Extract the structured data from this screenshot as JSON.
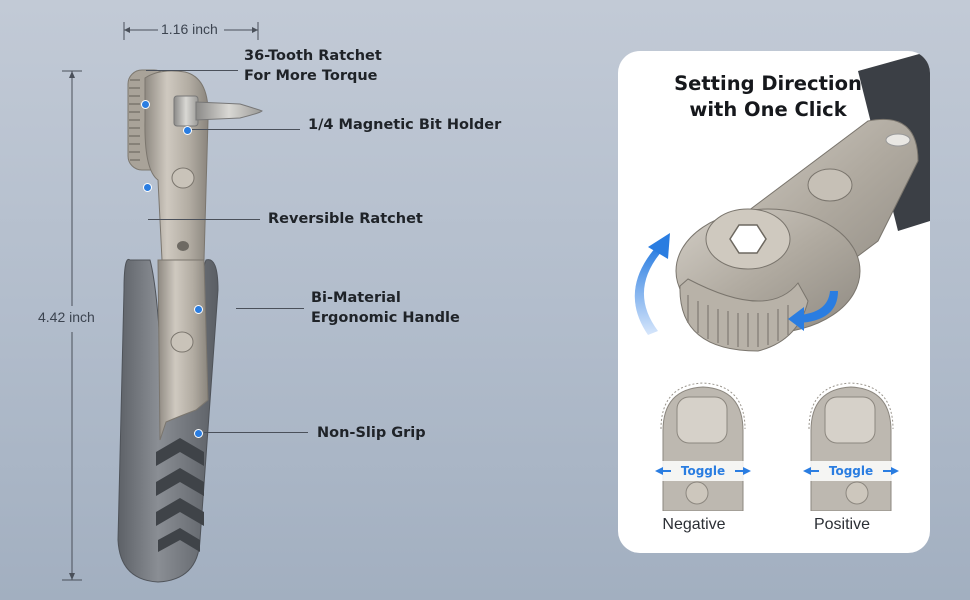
{
  "dimensions": {
    "width_label": "1.16 inch",
    "height_label": "4.42 inch"
  },
  "callouts": {
    "ratchet_line1": "36-Tooth Ratchet",
    "ratchet_line2": "For More Torque",
    "bit_holder": "1/4 Magnetic Bit Holder",
    "reversible": "Reversible Ratchet",
    "handle_line1": "Bi-Material",
    "handle_line2": "Ergonomic Handle",
    "grip": "Non-Slip Grip"
  },
  "panel": {
    "title_line1": "Setting Direction",
    "title_line2": "with One Click",
    "negative": {
      "toggle": "Toggle",
      "label": "Negative"
    },
    "positive": {
      "toggle": "Toggle",
      "label": "Positive"
    }
  },
  "colors": {
    "accent": "#2a7de1",
    "handle": "#7b7f85",
    "metal": "#b9b3aa",
    "background": "#b8c2d0"
  }
}
